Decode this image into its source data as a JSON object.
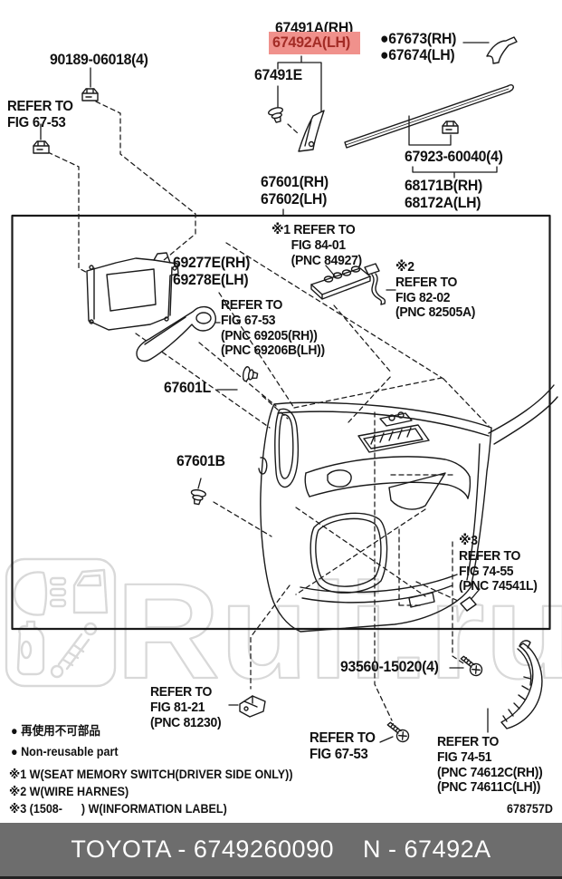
{
  "labels": {
    "p90189": "90189-06018(4)",
    "refer_6753_top": "REFER TO\nFIG 67-53",
    "p67491a": "67491A(RH)",
    "p67492a": "67492A(LH)",
    "p67491e": "67491E",
    "p67673": "●67673(RH)",
    "p67674": "●67674(LH)",
    "p67923": "67923-60040(4)",
    "p68171": "68171B(RH)\n68172A(LH)",
    "p67601": "67601(RH)\n67602(LH)",
    "note1_refer": "※1 REFER TO\n      FIG 84-01\n      (PNC 84927)",
    "note2_refer": "※2\nREFER TO\nFIG 82-02\n(PNC 82505A)",
    "p69277": "69277E(RH)\n69278E(LH)",
    "refer_6753_handle": "REFER TO\nFIG 67-53\n(PNC 69205(RH))\n(PNC 69206B(LH))",
    "p67601l": "67601L",
    "p67601b": "67601B",
    "note3_refer": "※3\nREFER TO\nFIG 74-55\n(PNC 74541L)",
    "p93560": "93560-15020(4)",
    "refer_8121": "REFER TO\nFIG 81-21\n(PNC 81230)",
    "refer_6753_bottom": "REFER TO\nFIG 67-53",
    "refer_7451": "REFER TO\nFIG 74-51\n(PNC 74612C(RH))\n(PNC 74611C(LH))"
  },
  "legend": {
    "jp": "● 再使用不可部品",
    "en": "● Non-reusable part"
  },
  "notes": {
    "n1": "※1 W(SEAT MEMORY SWITCH(DRIVER SIDE ONLY))",
    "n2": "※2 W(WIRE HARNES)",
    "n3": "※3 (1508-      ) W(INFORMATION LABEL)"
  },
  "diagram_code": "678757D",
  "footer": {
    "text": "TOYOTA - 6749260090    N - 67492A"
  },
  "watermark": {
    "text": "Ruli.ru"
  },
  "colors": {
    "highlight_bg": "#f0918c",
    "highlight_fg": "#a32c26",
    "footer_bg": "#6d6d6d",
    "watermark": "#d9d9d9",
    "line": "#1a1a1a"
  }
}
